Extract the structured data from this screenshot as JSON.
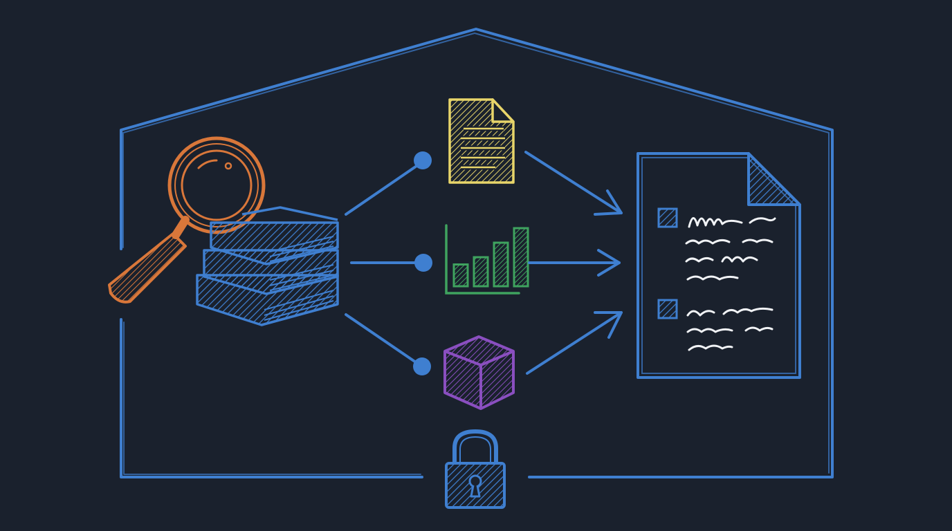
{
  "colors": {
    "background": "#1a212d",
    "frame": "#3f7fd0",
    "magnifier": "#d9773a",
    "books": "#3f7fd0",
    "document": "#e8d56a",
    "chart": "#3fa35f",
    "cube": "#8a4fc0",
    "report": "#3f7fd0",
    "report_text": "#f1f3f6",
    "lock": "#3f7fd0",
    "connector": "#3f7fd0"
  },
  "icons": {
    "source": [
      "magnifier-icon",
      "book-stack-icon"
    ],
    "outputs": [
      "document-icon",
      "bar-chart-icon",
      "cube-icon"
    ],
    "destination": "report-document-icon",
    "security": "padlock-icon"
  },
  "chart_data": {
    "type": "bar",
    "values": [
      3,
      4,
      6,
      8
    ]
  }
}
